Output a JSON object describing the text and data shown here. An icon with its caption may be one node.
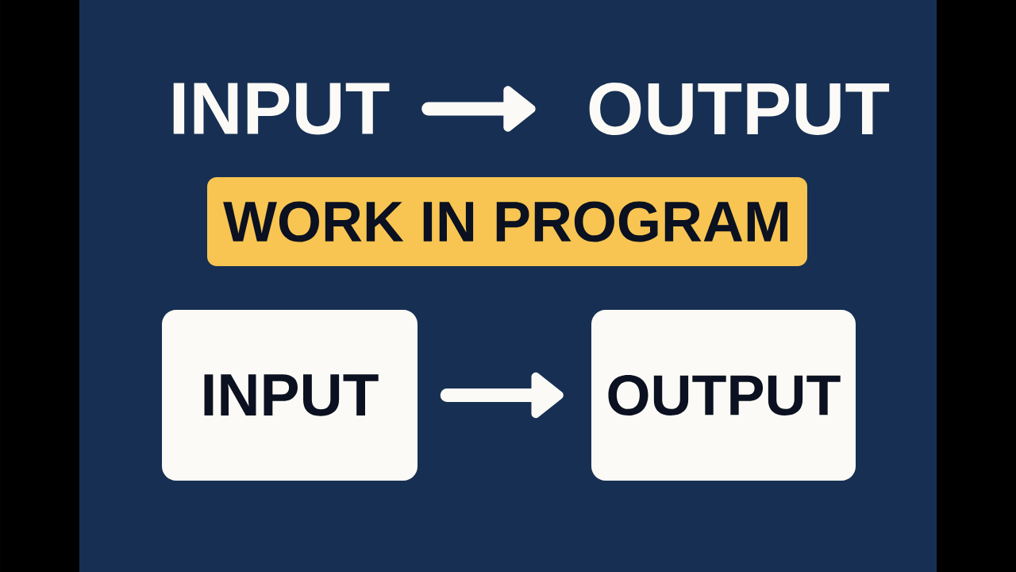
{
  "diagram": {
    "nodes": [
      {
        "text": [
          "INPUT"
        ]
      },
      {
        "text": [
          "OUTPUT"
        ]
      },
      {
        "text": [
          "WORK IN PROGRAM"
        ]
      },
      {
        "text": [
          "INPUT"
        ]
      },
      {
        "text": [
          "OUTPUT"
        ]
      }
    ],
    "edges": [
      {
        "from": 0,
        "to": 1,
        "arrow": "to"
      },
      {
        "from": 3,
        "to": 4,
        "arrow": "to"
      }
    ]
  }
}
